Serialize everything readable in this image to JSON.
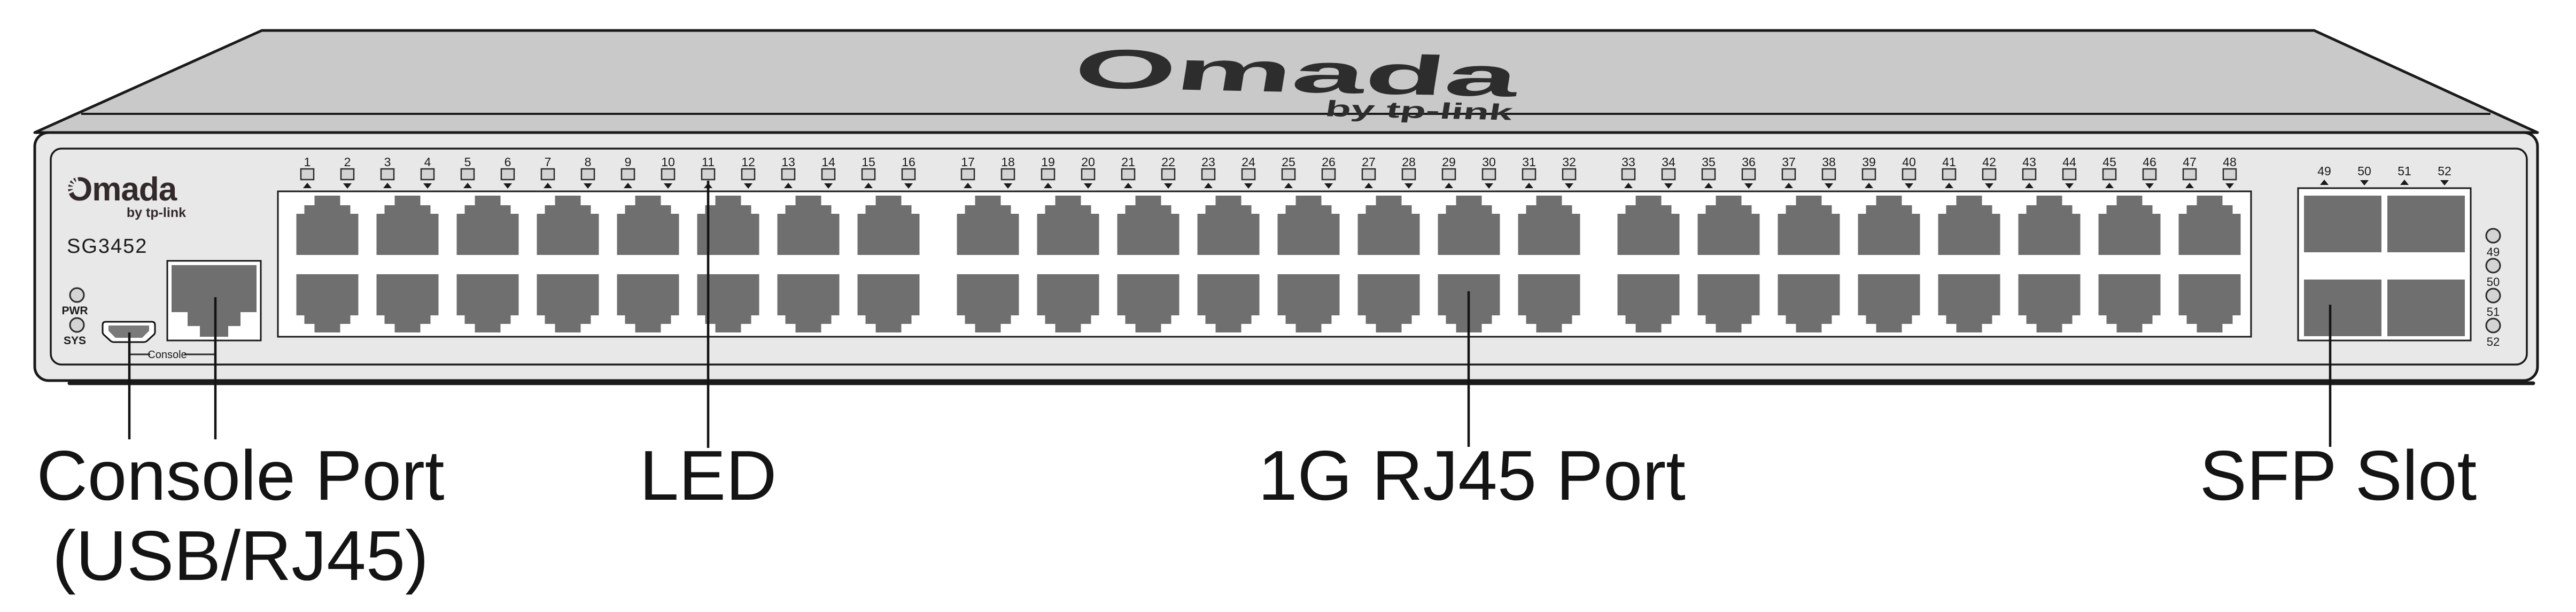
{
  "device": {
    "brand": "Omada",
    "brand_sub": "by tp-link",
    "model": "SG3452",
    "top_logo": "Omada",
    "top_logo_sub": "by tp-link"
  },
  "status_leds": {
    "pwr": "PWR",
    "sys": "SYS"
  },
  "console": {
    "label": "Console"
  },
  "rj45_ports": {
    "count": 48,
    "first_number": 1,
    "group_size": 16,
    "numbers_shown": "1-48",
    "odd_port_triangle": "up",
    "even_port_triangle": "down"
  },
  "sfp": {
    "port_numbers": [
      "49",
      "50",
      "51",
      "52"
    ],
    "port_triangles": [
      "up",
      "down",
      "up",
      "down"
    ],
    "right_led_labels": [
      "49",
      "50",
      "51",
      "52"
    ]
  },
  "callouts": {
    "console": {
      "line1": "Console Port",
      "line2": "(USB/RJ45)"
    },
    "led": {
      "text": "LED"
    },
    "rj45": {
      "text": "1G RJ45 Port"
    },
    "sfp": {
      "text": "SFP Slot"
    }
  },
  "colors": {
    "chassis_top": "#c9c9c9",
    "chassis_front": "#e8e8e8",
    "outline": "#1a1a1a",
    "port_gray": "#6f6f6f",
    "led_fill": "#d4d4d4",
    "text": "#1a1a1a",
    "logo": "#33292a",
    "white": "#ffffff"
  }
}
